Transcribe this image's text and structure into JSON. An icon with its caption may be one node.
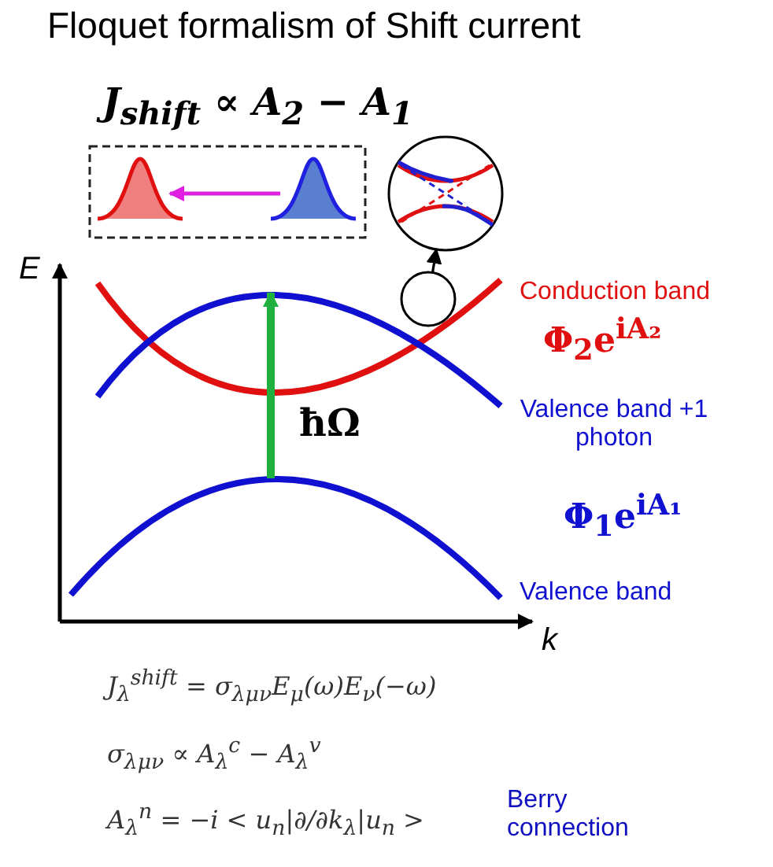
{
  "diagram": {
    "title": "Floquet formalism of Shift current",
    "nodes": [
      {
        "text": [],
        "shape": "picture"
      },
      {
        "text": [],
        "shape": "circle"
      }
    ],
    "edges": [
      {
        "from": 1,
        "to": 0,
        "arrow": "to"
      }
    ],
    "labels": [
      "J$_{shift}$ ∝ A$_{2}$ − A$_{1}$",
      "E",
      "Conduction band",
      "Φ$_{2}$e$^{iA₂}$",
      "ħΩ",
      "Valence band +1 photon",
      "Φ$_{1}$e$^{iA₁}$",
      "Valence band",
      "k",
      "J$_{λ}$$^{shift}$ = σ$_{λμν}$E$_{μ}$(ω)E$_{ν}$(−ω)",
      "σ$_{λμν}$ ∝ A$_{λ}$$^{c}$ − A$_{λ}$$^{v}$",
      "A$_{λ}$$^{n}$ = −i < u$_{n}$|∂/∂k$_{λ}$|u$_{n}$ >",
      "Berry connection"
    ]
  }
}
